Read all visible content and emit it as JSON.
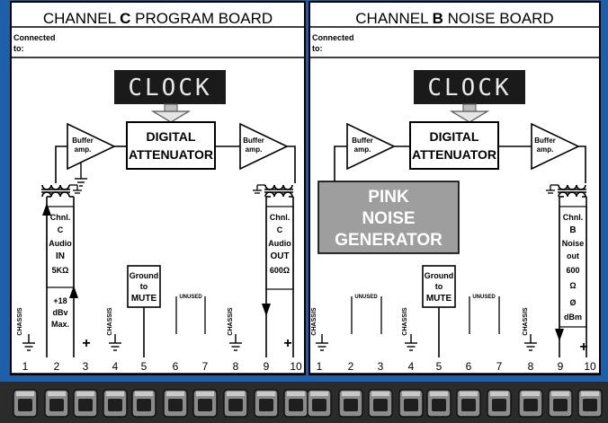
{
  "colors": {
    "frame": "#1d5fa8",
    "clock_bg": "#1a1a1a",
    "clock_text": "#e8e8e8",
    "noise_block": "#9e9e9e",
    "arrow": "#bdbdbd",
    "connector": "#3a3a3a"
  },
  "left_board": {
    "title_pre": "CHANNEL ",
    "title_letter": "C",
    "title_post": " PROGRAM BOARD",
    "connected_label": "Connected",
    "to_label": "to:",
    "clock": "CLOCK",
    "attenuator_line1": "DIGITAL",
    "attenuator_line2": "ATTENUATOR",
    "buffer_in_line1": "Buffer",
    "buffer_in_line2": "amp.",
    "buffer_out_line1": "Buffer",
    "buffer_out_line2": "amp.",
    "input_label": [
      "Chnl.",
      "C",
      "Audio",
      "IN",
      "5KΩ"
    ],
    "input_level": [
      "+18",
      "dBv",
      "Max."
    ],
    "output_label": [
      "Chnl.",
      "C",
      "Audio",
      "OUT",
      "600Ω"
    ],
    "mute": [
      "Ground",
      "to",
      "MUTE"
    ],
    "chassis_label": "CHASSIS",
    "unused_label": "UNUSED",
    "plus_sign": "+",
    "terminals": [
      "1",
      "2",
      "3",
      "4",
      "5",
      "6",
      "7",
      "8",
      "9",
      "10"
    ]
  },
  "right_board": {
    "title_pre": "CHANNEL ",
    "title_letter": "B",
    "title_post": " NOISE BOARD",
    "connected_label": "Connected",
    "to_label": "to:",
    "clock": "CLOCK",
    "attenuator_line1": "DIGITAL",
    "attenuator_line2": "ATTENUATOR",
    "buffer_in_line1": "Buffer",
    "buffer_in_line2": "amp.",
    "buffer_out_line1": "Buffer",
    "buffer_out_line2": "amp.",
    "noise_generator": [
      "PINK",
      "NOISE",
      "GENERATOR"
    ],
    "output_label": [
      "Chnl.",
      "B",
      "Noise",
      "out",
      "600",
      "Ω",
      "Ø",
      "dBm"
    ],
    "mute": [
      "Ground",
      "to",
      "MUTE"
    ],
    "chassis_label": "CHASSIS",
    "unused_label": "UNUSED",
    "plus_sign": "+",
    "terminals": [
      "1",
      "2",
      "3",
      "4",
      "5",
      "6",
      "7",
      "8",
      "9",
      "10"
    ]
  }
}
